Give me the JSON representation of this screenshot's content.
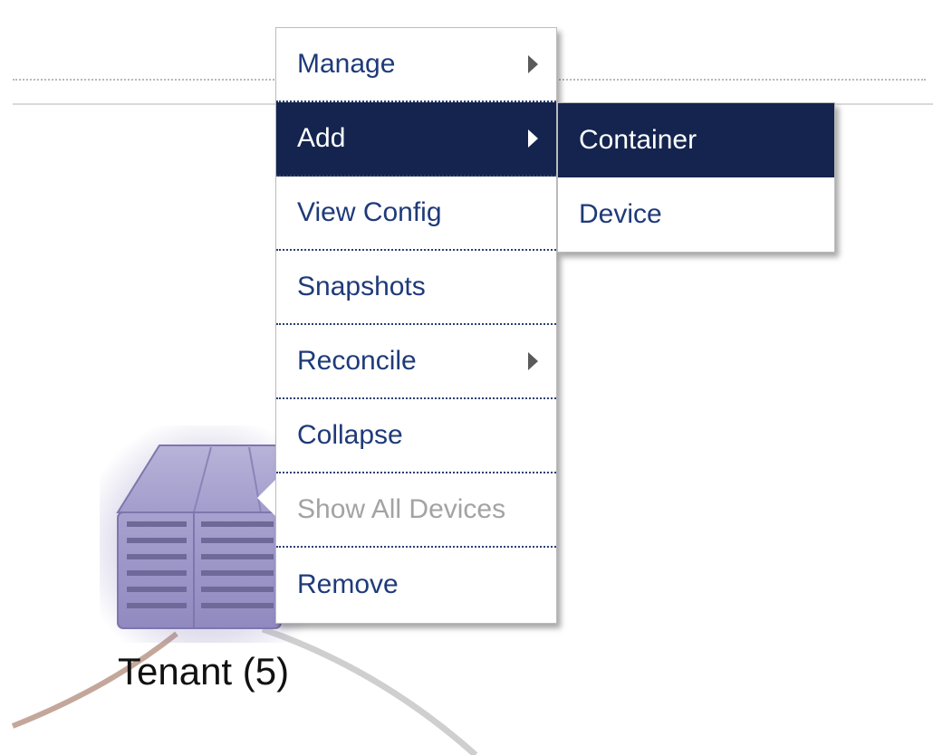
{
  "canvas": {
    "node": {
      "label": "Tenant (5)",
      "icon": "chassis-icon",
      "icon_color": "#9a93c4"
    },
    "edges": [
      {
        "color": "#c4a79b"
      },
      {
        "color": "#cfcfcf"
      }
    ]
  },
  "context_menu": {
    "items": [
      {
        "label": "Manage",
        "has_submenu": true,
        "state": "normal"
      },
      {
        "label": "Add",
        "has_submenu": true,
        "state": "active"
      },
      {
        "label": "View Config",
        "has_submenu": false,
        "state": "normal"
      },
      {
        "label": "Snapshots",
        "has_submenu": false,
        "state": "normal"
      },
      {
        "label": "Reconcile",
        "has_submenu": true,
        "state": "normal"
      },
      {
        "label": "Collapse",
        "has_submenu": false,
        "state": "normal"
      },
      {
        "label": "Show All Devices",
        "has_submenu": false,
        "state": "disabled"
      },
      {
        "label": "Remove",
        "has_submenu": false,
        "state": "normal"
      }
    ]
  },
  "submenu_add": {
    "items": [
      {
        "label": "Container",
        "state": "active"
      },
      {
        "label": "Device",
        "state": "normal"
      }
    ]
  },
  "colors": {
    "menu_text": "#1f3a7a",
    "menu_active_bg": "#14244f",
    "menu_active_text": "#ffffff",
    "menu_disabled_text": "#a3a3a3"
  }
}
